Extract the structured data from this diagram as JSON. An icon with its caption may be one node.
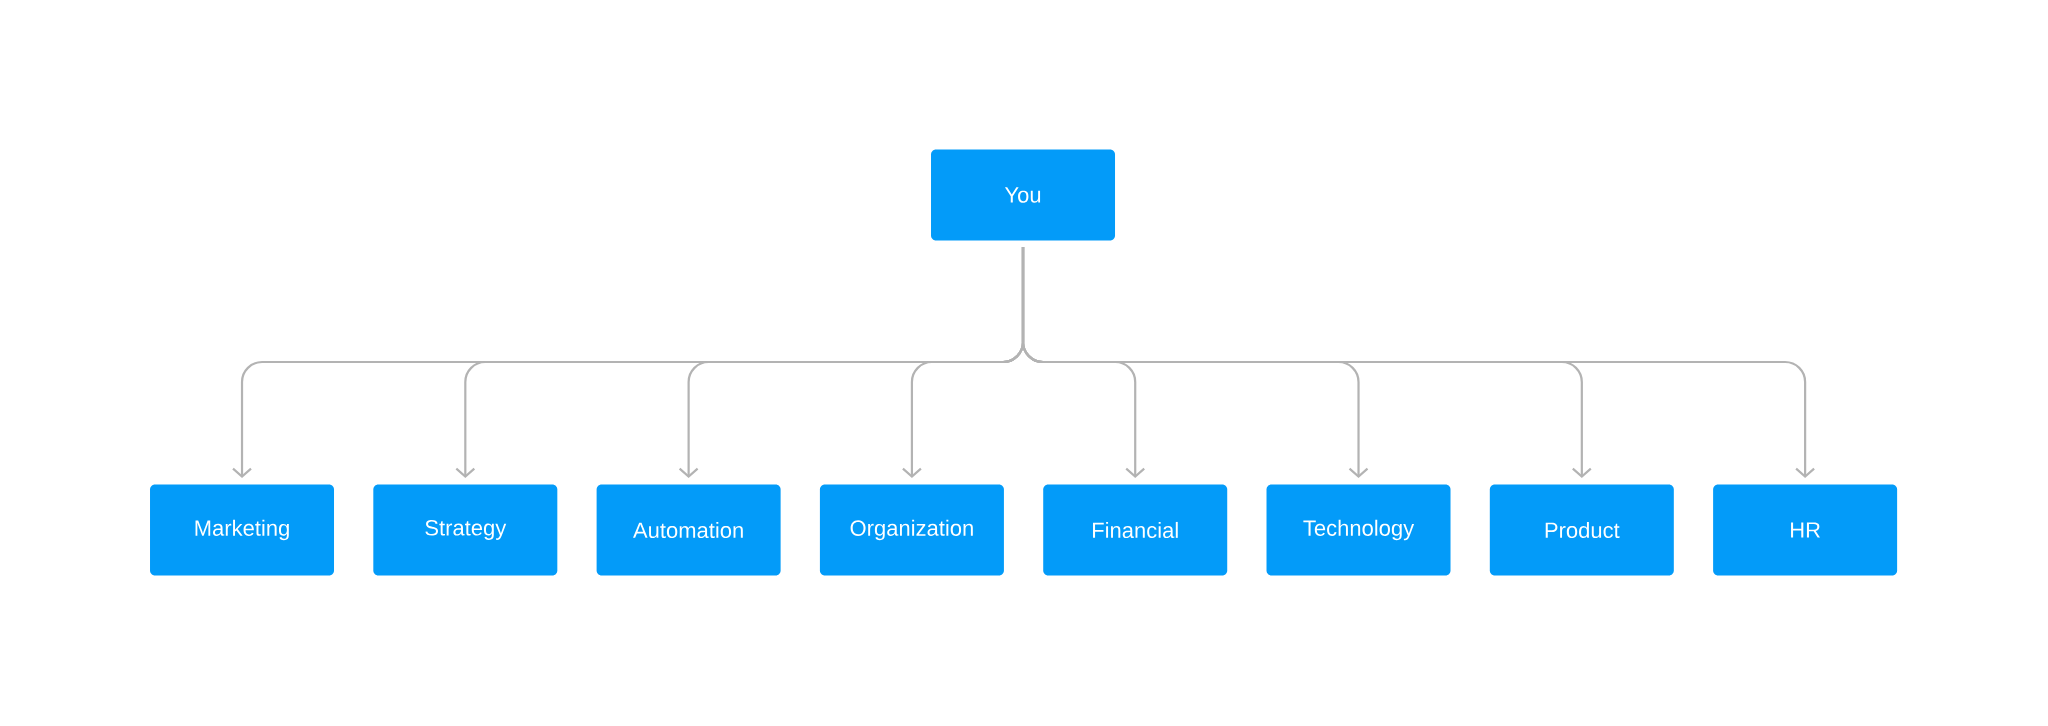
{
  "diagram": {
    "nodes": [
      {
        "text": [
          "You"
        ]
      },
      {
        "text": [
          "Marketing"
        ]
      },
      {
        "text": [
          "Strategy"
        ]
      },
      {
        "text": [
          "Automation"
        ]
      },
      {
        "text": [
          "Organization"
        ]
      },
      {
        "text": [
          "Financial"
        ]
      },
      {
        "text": [
          "Technology"
        ]
      },
      {
        "text": [
          "Product"
        ]
      },
      {
        "text": [
          "HR"
        ]
      }
    ],
    "edges": [
      {
        "from": 0,
        "to": 1,
        "arrow": "to"
      },
      {
        "from": 0,
        "to": 2,
        "arrow": "to"
      },
      {
        "from": 0,
        "to": 3,
        "arrow": "to"
      },
      {
        "from": 0,
        "to": 4,
        "arrow": "to"
      },
      {
        "from": 0,
        "to": 5,
        "arrow": "to"
      },
      {
        "from": 0,
        "to": 6,
        "arrow": "to"
      },
      {
        "from": 0,
        "to": 7,
        "arrow": "to"
      },
      {
        "from": 0,
        "to": 8,
        "arrow": "to"
      }
    ]
  }
}
